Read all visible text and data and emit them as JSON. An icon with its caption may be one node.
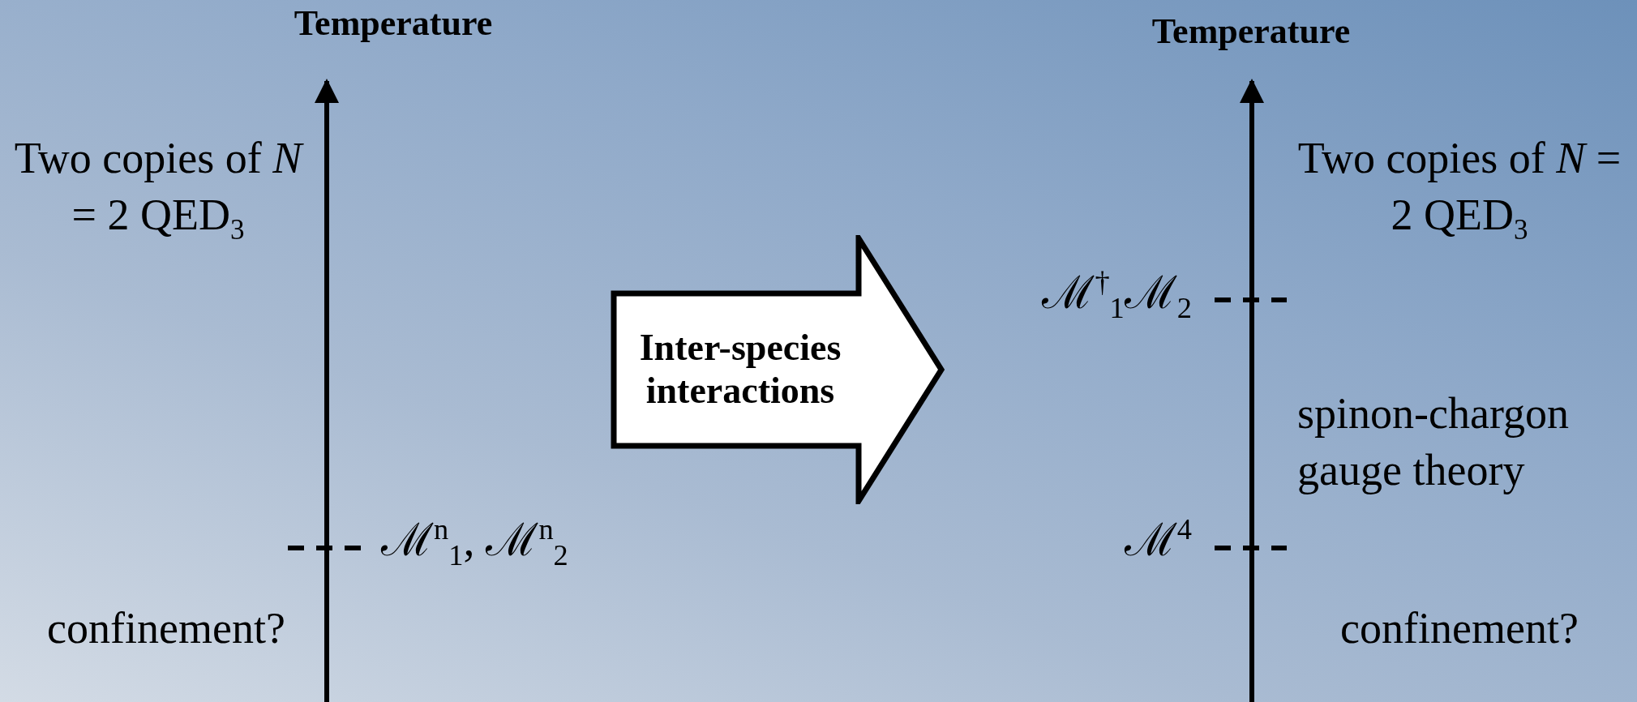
{
  "diagram": {
    "nodes": [
      {
        "text": [
          "Inter-species interactions"
        ]
      }
    ],
    "edges": [],
    "labels": [
      "Temperature",
      "Two copies of *N* = 2 QED$_{3}$",
      "ℳ$^{n}$$_{1}$, ℳ$^{n}$$_{2}$",
      "confinement?",
      "Temperature",
      "Two copies of *N* = 2 QED$_{3}$",
      "ℳ$^{†}$$_{1}$ℳ$_{2}$",
      "spinon-chargon gauge theory",
      "ℳ$^{4}$",
      "confinement?"
    ]
  }
}
